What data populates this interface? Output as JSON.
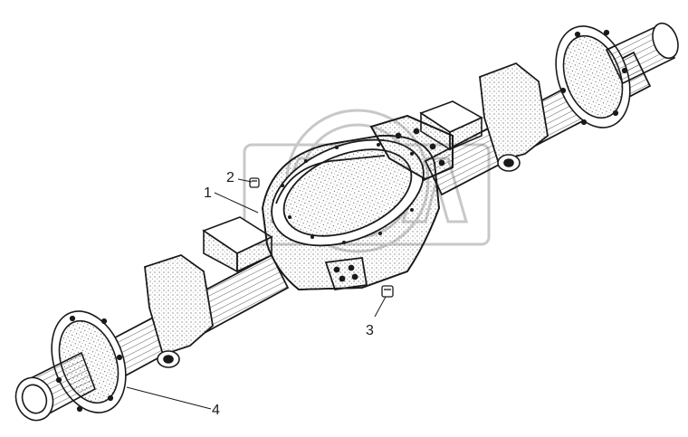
{
  "diagram": {
    "callouts": [
      {
        "id": "1",
        "label": "1"
      },
      {
        "id": "2",
        "label": "2"
      },
      {
        "id": "3",
        "label": "3"
      },
      {
        "id": "4",
        "label": "4"
      }
    ],
    "colors": {
      "line": "#1a1a1a",
      "stipple": "#555555",
      "watermark": "#c8c8c8",
      "background": "#ffffff"
    }
  }
}
